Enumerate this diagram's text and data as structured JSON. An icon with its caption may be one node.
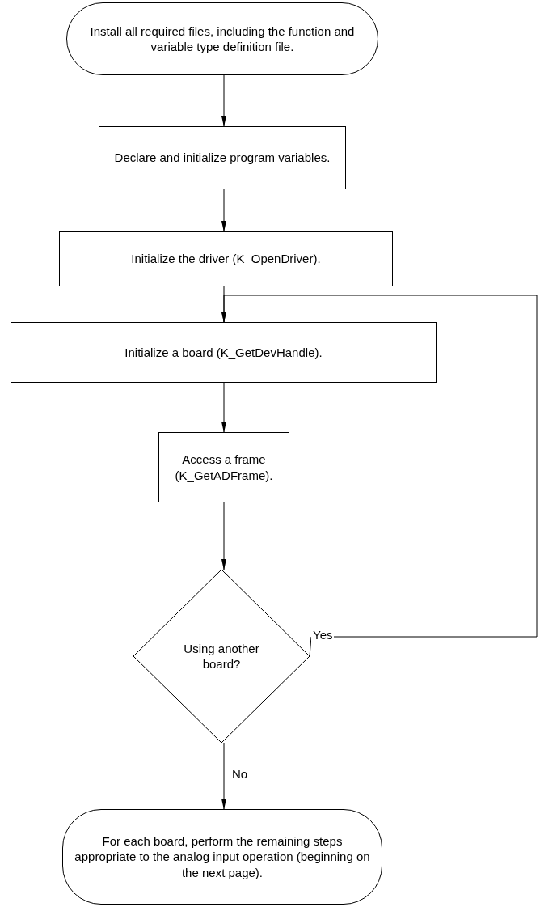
{
  "diagram": {
    "nodes": [
      {
        "text": [
          "Install all required files, including the function and variable type definition file."
        ]
      },
      {
        "text": [
          "Declare and initialize program variables."
        ]
      },
      {
        "text": [
          "Initialize the driver (K_OpenDriver)."
        ]
      },
      {
        "text": [
          "Initialize a board (K_GetDevHandle)."
        ]
      },
      {
        "text": [
          "Access a frame (K_GetADFrame)."
        ]
      },
      {
        "text": [
          "Using another board?"
        ]
      },
      {
        "text": [
          "For each board, perform the remaining steps appropriate to the analog input operation (beginning on the next page)."
        ]
      }
    ],
    "edges": [
      {
        "from": 0,
        "to": 1,
        "arrow": "to"
      },
      {
        "from": 1,
        "to": 2,
        "arrow": "to"
      },
      {
        "from": 2,
        "to": 3,
        "arrow": "to"
      },
      {
        "from": 3,
        "to": 4,
        "arrow": "to"
      },
      {
        "from": 4,
        "to": 5,
        "arrow": "to"
      },
      {
        "from": 5,
        "to": 3,
        "arrow": "to",
        "label": "Yes"
      },
      {
        "from": 5,
        "to": 6,
        "arrow": "to",
        "label": "No"
      }
    ]
  }
}
